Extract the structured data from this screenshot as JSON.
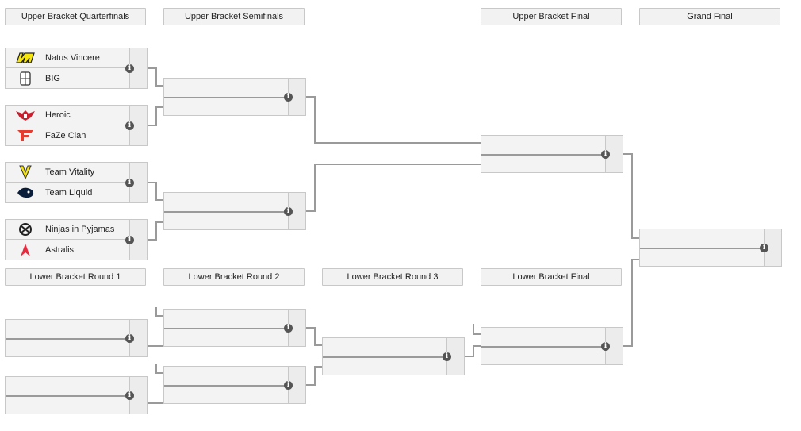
{
  "headers": {
    "ubqf": "Upper Bracket Quarterfinals",
    "ubsf": "Upper Bracket Semifinals",
    "ubf": "Upper Bracket Final",
    "gf": "Grand Final",
    "lbr1": "Lower Bracket Round 1",
    "lbr2": "Lower Bracket Round 2",
    "lbr3": "Lower Bracket Round 3",
    "lbf": "Lower Bracket Final"
  },
  "matches": {
    "qf1": {
      "team1": "Natus Vincere",
      "team2": "BIG",
      "logo1": "navi-logo",
      "logo2": "big-logo"
    },
    "qf2": {
      "team1": "Heroic",
      "team2": "FaZe Clan",
      "logo1": "heroic-logo",
      "logo2": "faze-logo"
    },
    "qf3": {
      "team1": "Team Vitality",
      "team2": "Team Liquid",
      "logo1": "vitality-logo",
      "logo2": "liquid-logo"
    },
    "qf4": {
      "team1": "Ninjas in Pyjamas",
      "team2": "Astralis",
      "logo1": "nip-logo",
      "logo2": "astralis-logo"
    }
  },
  "info_icon": "i",
  "colors": {
    "navi": "#f5e50a",
    "heroic": "#c8202f",
    "faze": "#e43d30",
    "astralis": "#e8293e",
    "line": "#9a9a9a"
  }
}
